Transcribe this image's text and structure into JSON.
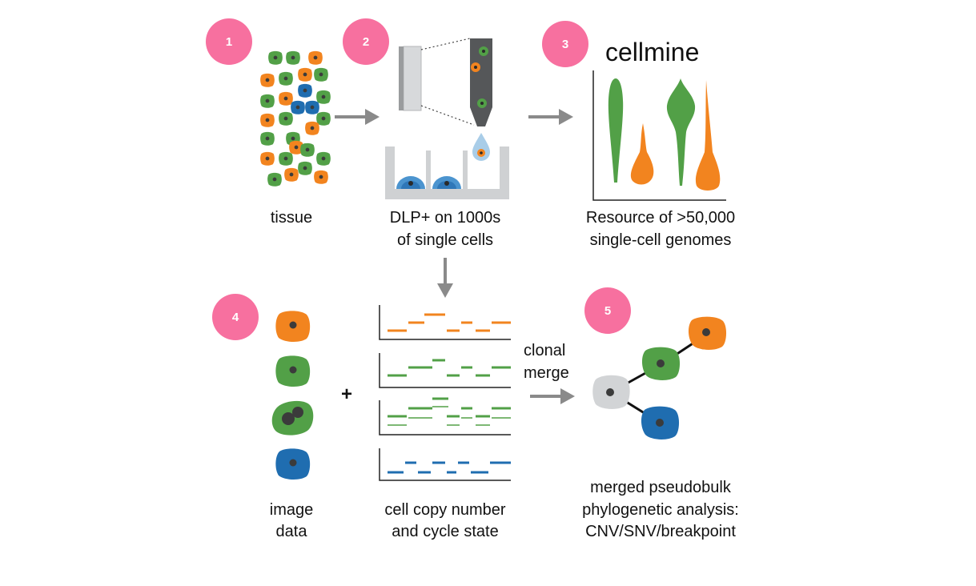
{
  "colors": {
    "badge": "#f7709f",
    "green": "#52a047",
    "orange": "#f2841f",
    "blue": "#1f6db0",
    "gray_cell": "#d2d4d6",
    "nucleus": "#3b3b3b",
    "arrow": "#8a8a8a"
  },
  "steps": [
    {
      "number": "1",
      "label_lines": [
        "tissue"
      ]
    },
    {
      "number": "2",
      "label_lines": [
        "DLP+ on 1000s",
        "of single cells"
      ]
    },
    {
      "number": "3",
      "label_lines": [
        "Resource of >50,000",
        "single-cell genomes"
      ]
    },
    {
      "number": "4",
      "label_lines": [
        "image",
        "data"
      ]
    },
    {
      "number": "5",
      "label_lines": [
        "merged pseudobulk",
        "phylogenetic analysis:",
        "CNV/SNV/breakpoint"
      ]
    }
  ],
  "cellmine_title": "cellmine",
  "copy_number_label_lines": [
    "cell copy number",
    "and cycle state"
  ],
  "clonal_merge_label_lines": [
    "clonal",
    "merge"
  ],
  "plus_sign": "+",
  "icons": [
    "tissue-cells-icon",
    "microscope-nozzle-icon",
    "well-plate-icon",
    "violin-plot-icon",
    "copy-number-track-icon",
    "phylogenetic-tree-icon"
  ]
}
